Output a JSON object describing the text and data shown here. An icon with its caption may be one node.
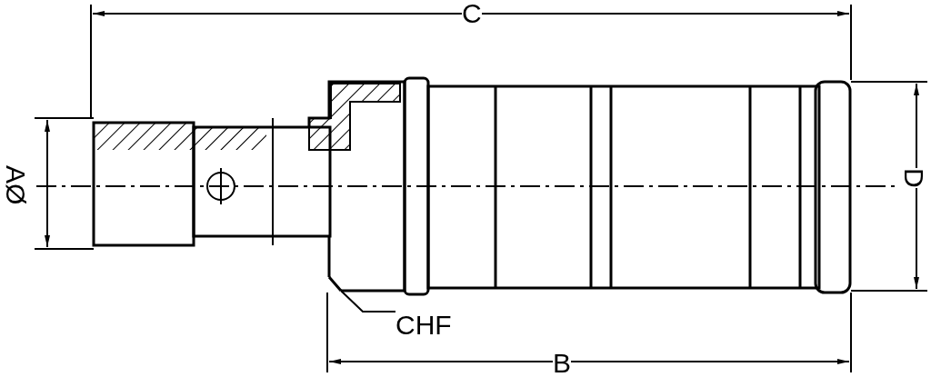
{
  "diagram": {
    "nodes": [
      {
        "text": [
          "CHF"
        ]
      },
      {
        "text": [],
        "shape": "picture"
      }
    ],
    "edges": [
      {
        "from": 0,
        "to": 1,
        "arrow": "none"
      }
    ],
    "labels": [
      "C",
      "AØ",
      "D",
      "B"
    ]
  }
}
